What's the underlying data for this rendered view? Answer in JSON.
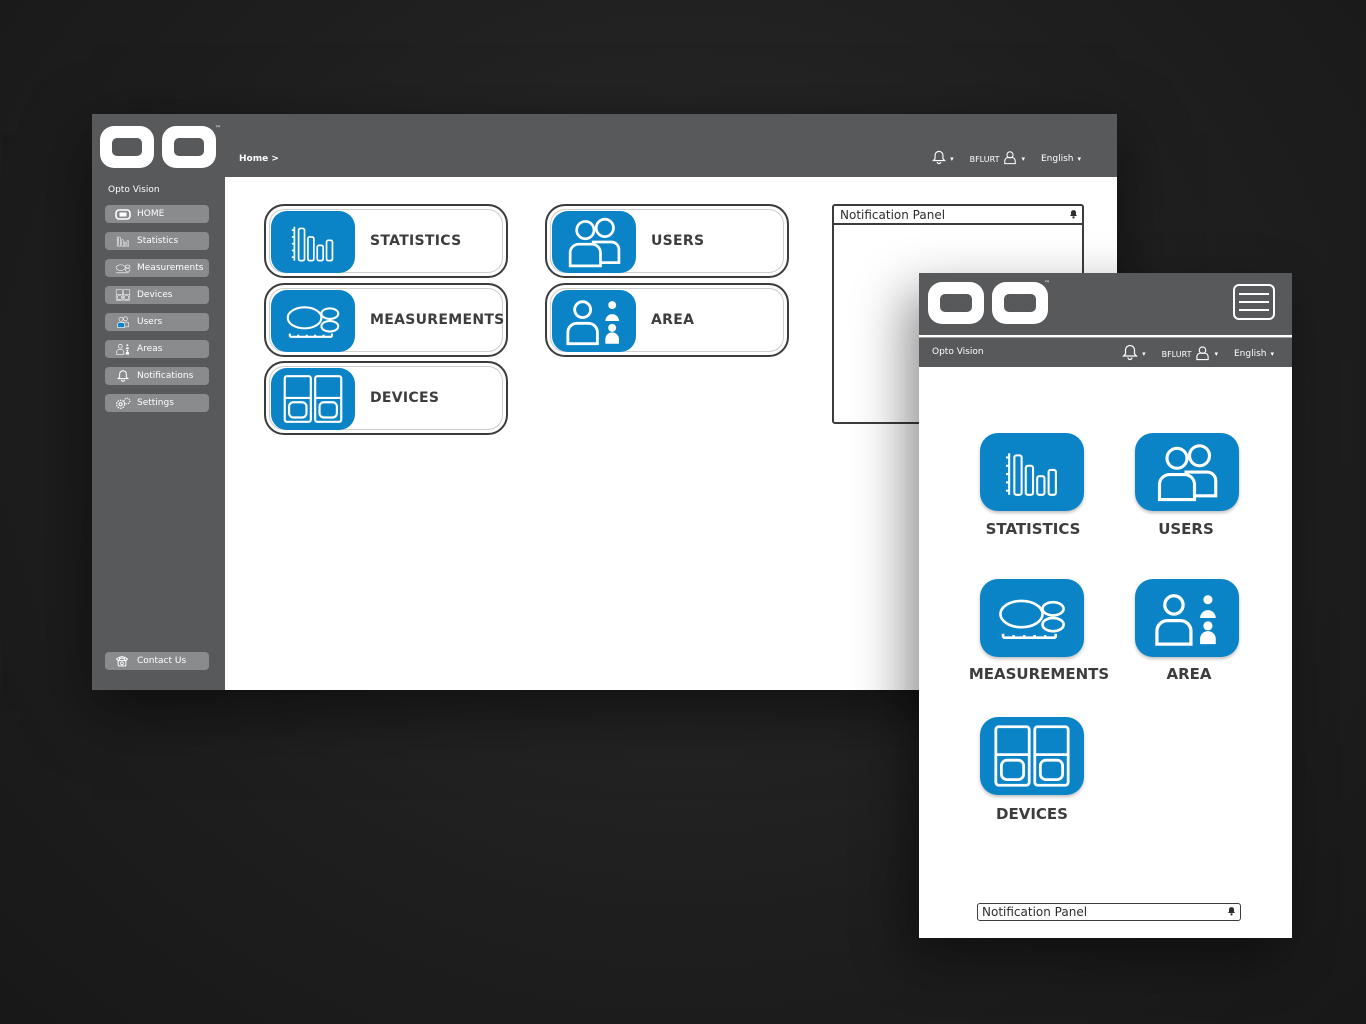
{
  "colors": {
    "accent": "#0a84c6",
    "chrome": "#58595b",
    "nav_item": "#8a8b8d"
  },
  "desktop": {
    "logo_tm": "™",
    "brand": "Opto Vision",
    "breadcrumb": "Home >",
    "user": "BFLURT",
    "language": "English",
    "nav": [
      {
        "label": "HOME",
        "icon": "home-icon"
      },
      {
        "label": "Statistics",
        "icon": "bar-chart-icon"
      },
      {
        "label": "Measurements",
        "icon": "measurements-icon"
      },
      {
        "label": "Devices",
        "icon": "devices-icon"
      },
      {
        "label": "Users",
        "icon": "users-icon"
      },
      {
        "label": "Areas",
        "icon": "area-icon"
      },
      {
        "label": "Notifications",
        "icon": "bell-icon"
      },
      {
        "label": "Settings",
        "icon": "gear-icon"
      }
    ],
    "contact": "Contact Us",
    "tiles": {
      "statistics": "STATISTICS",
      "measurements": "MEASUREMENTS",
      "devices": "DEVICES",
      "users": "USERS",
      "area": "AREA"
    },
    "notification_panel": "Notification Panel"
  },
  "mobile": {
    "logo_tm": "™",
    "brand": "Opto Vision",
    "user": "BFLURT",
    "language": "English",
    "tiles": {
      "statistics": "STATISTICS",
      "users": "USERS",
      "measurements": "MEASUREMENTS",
      "area": "AREA",
      "devices": "DEVICES"
    },
    "notification_panel": "Notification Panel"
  }
}
